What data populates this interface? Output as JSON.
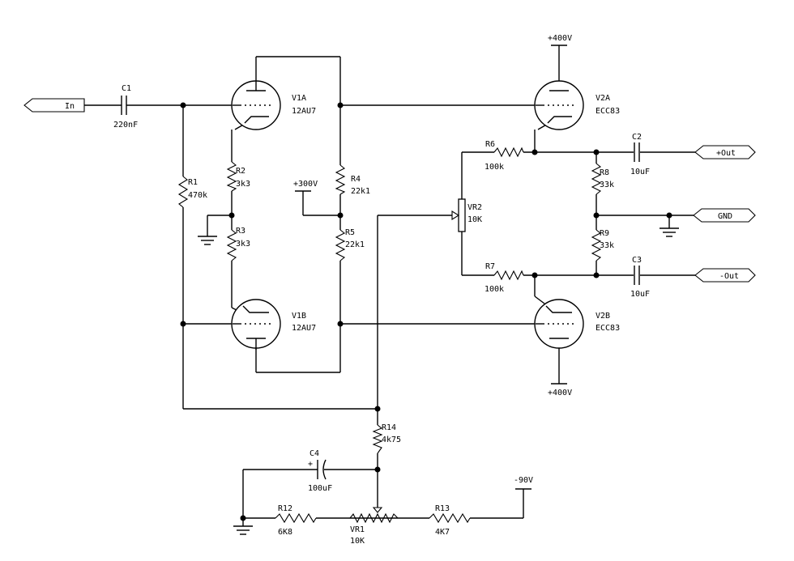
{
  "components": {
    "C1": {
      "ref": "C1",
      "value": "220nF"
    },
    "C2": {
      "ref": "C2",
      "value": "10uF"
    },
    "C3": {
      "ref": "C3",
      "value": "10uF"
    },
    "C4": {
      "ref": "C4",
      "value": "100uF",
      "polarity": "+"
    },
    "R1": {
      "ref": "R1",
      "value": "470k"
    },
    "R2": {
      "ref": "R2",
      "value": "3k3"
    },
    "R3": {
      "ref": "R3",
      "value": "3k3"
    },
    "R4": {
      "ref": "R4",
      "value": "22k1"
    },
    "R5": {
      "ref": "R5",
      "value": "22k1"
    },
    "R6": {
      "ref": "R6",
      "value": "100k"
    },
    "R7": {
      "ref": "R7",
      "value": "100k"
    },
    "R8": {
      "ref": "R8",
      "value": "33k"
    },
    "R9": {
      "ref": "R9",
      "value": "33k"
    },
    "R12": {
      "ref": "R12",
      "value": "6K8"
    },
    "R13": {
      "ref": "R13",
      "value": "4K7"
    },
    "R14": {
      "ref": "R14",
      "value": "4k75"
    },
    "VR1": {
      "ref": "VR1",
      "value": "10K"
    },
    "VR2": {
      "ref": "VR2",
      "value": "10K"
    },
    "V1A": {
      "ref": "V1A",
      "type": "12AU7"
    },
    "V1B": {
      "ref": "V1B",
      "type": "12AU7"
    },
    "V2A": {
      "ref": "V2A",
      "type": "ECC83"
    },
    "V2B": {
      "ref": "V2B",
      "type": "ECC83"
    }
  },
  "supplies": {
    "v400_top": "+400V",
    "v400_bottom": "+400V",
    "v300": "+300V",
    "vneg90": "-90V"
  },
  "ports": {
    "in": "In",
    "out_pos": "+Out",
    "gnd": "GND",
    "out_neg": "-Out"
  }
}
